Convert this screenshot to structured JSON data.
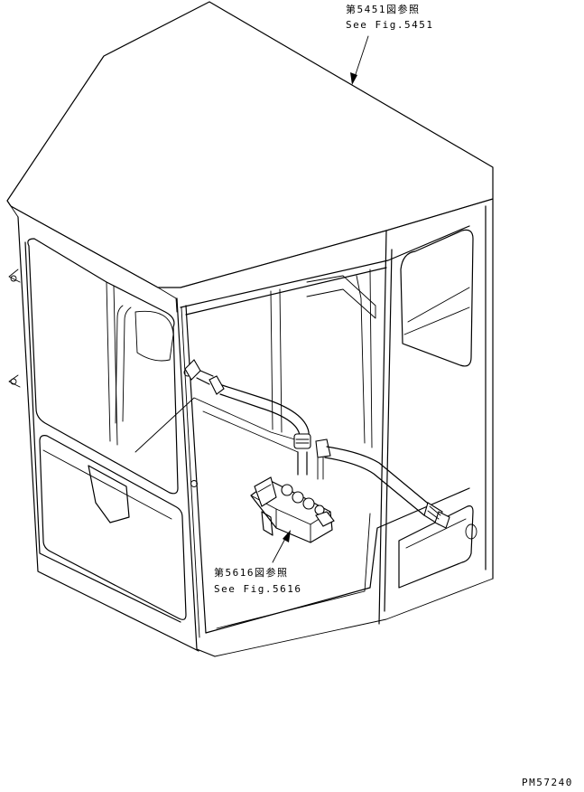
{
  "callouts": [
    {
      "id": "roof",
      "jp": "第5451図参照",
      "en": "See Fig.5451"
    },
    {
      "id": "valve",
      "jp": "第5616図参照",
      "en": "See Fig.5616"
    }
  ],
  "drawing_code": "PM57240",
  "colors": {
    "ink": "#000000",
    "paper": "#ffffff"
  }
}
